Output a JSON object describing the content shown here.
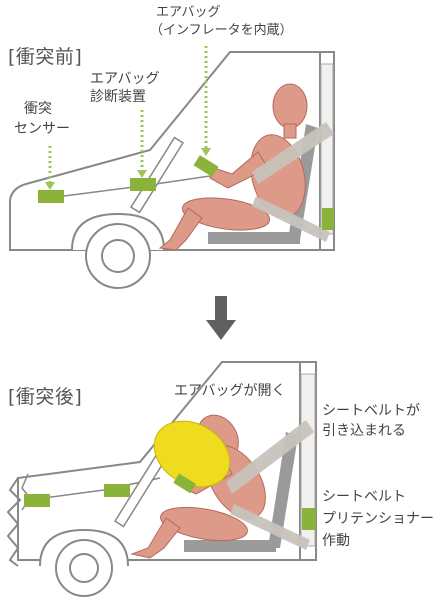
{
  "before": {
    "title": "[衝突前]",
    "airbag_label_line1": "エアバッグ",
    "airbag_label_line2": "（インフレータを内蔵）",
    "diag_label_line1": "エアバッグ",
    "diag_label_line2": "診断装置",
    "sensor_label_line1": "衝突",
    "sensor_label_line2": "センサー"
  },
  "after": {
    "title": "[衝突後]",
    "airbag_open_label": "エアバッグが開く",
    "belt_label_line1": "シートベルトが",
    "belt_label_line2": "引き込まれる",
    "pret_label_line1": "シートベルト",
    "pret_label_line2": "プリテンショナー",
    "pret_label_line3": "作動"
  },
  "colors": {
    "car_outline": "#888888",
    "dummy": "#dd9a88",
    "dummy_outline": "#b56a5a",
    "component": "#8bb33a",
    "airbag": "#f0dc1e",
    "belt": "#c7c2bb",
    "seat": "#9a9a9a",
    "arrow": "#606060",
    "dotted_leader": "#9bc45a"
  }
}
